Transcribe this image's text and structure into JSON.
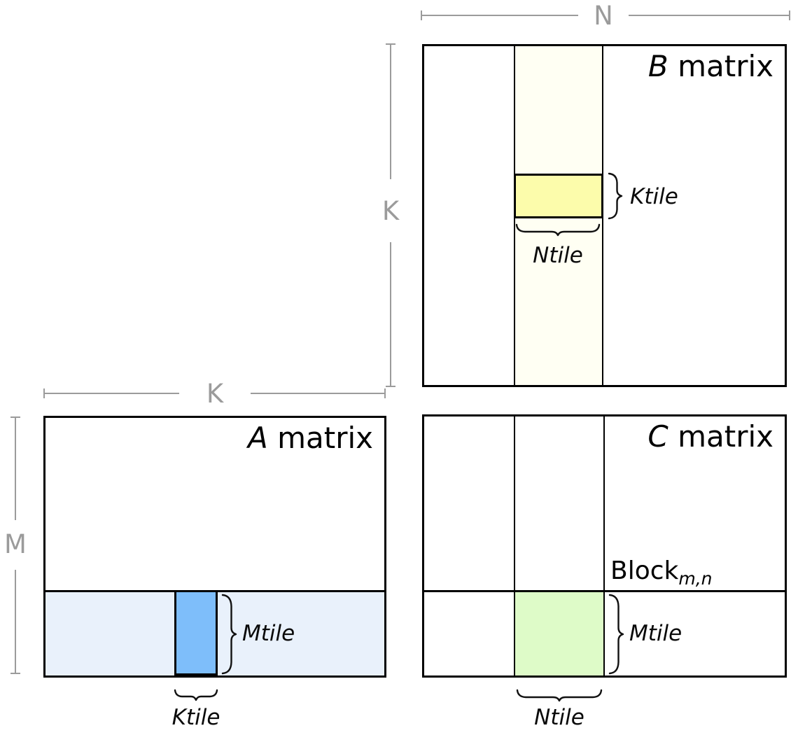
{
  "colors": {
    "outline": "#000000",
    "dim": "#9b9b9b",
    "b_strip": "#fffff3",
    "b_tile": "#fcfcab",
    "a_strip": "#e9f1fb",
    "a_tile": "#7ebefa",
    "c_tile": "#defbc8"
  },
  "dimensions": {
    "n_label": "N",
    "k_vertical_label": "K",
    "k_horizontal_label": "K",
    "m_label": "M"
  },
  "b_matrix": {
    "title_italic": "B",
    "title_text": "matrix",
    "ktile_label": "Ktile",
    "ntile_label": "Ntile"
  },
  "a_matrix": {
    "title_italic": "A",
    "title_text": "matrix",
    "mtile_label": "Mtile",
    "ktile_label": "Ktile"
  },
  "c_matrix": {
    "title_italic": "C",
    "title_text": "matrix",
    "block_label": "Block",
    "block_subscript": "m,n",
    "mtile_label": "Mtile",
    "ntile_label": "Ntile"
  }
}
